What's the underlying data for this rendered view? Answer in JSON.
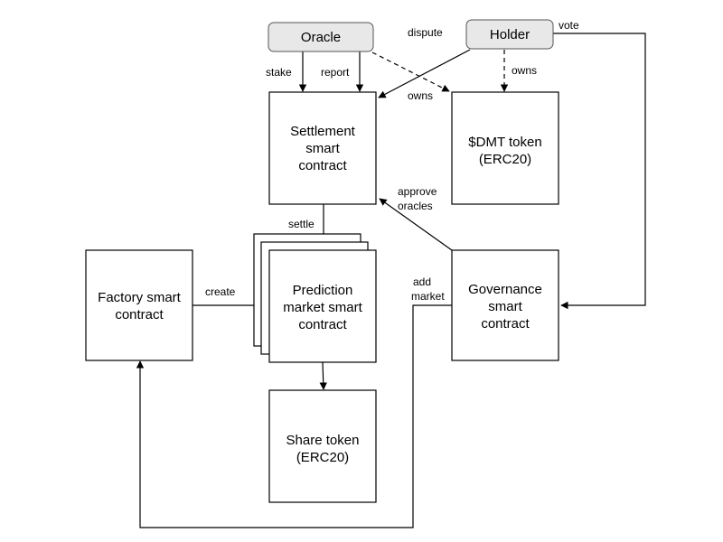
{
  "nodes": {
    "oracle": {
      "lines": [
        "Oracle"
      ]
    },
    "holder": {
      "lines": [
        "Holder"
      ]
    },
    "settlement": {
      "lines": [
        "Settlement",
        "smart",
        "contract"
      ]
    },
    "dmt": {
      "lines": [
        "$DMT token",
        "(ERC20)"
      ]
    },
    "factory": {
      "lines": [
        "Factory smart",
        "contract"
      ]
    },
    "prediction": {
      "lines": [
        "Prediction",
        "market smart",
        "contract"
      ]
    },
    "governance": {
      "lines": [
        "Governance",
        "smart",
        "contract"
      ]
    },
    "share": {
      "lines": [
        "Share token",
        "(ERC20)"
      ]
    }
  },
  "edges": {
    "stake": "stake",
    "report": "report",
    "dispute": "dispute",
    "vote": "vote",
    "owns_holder": "owns",
    "owns_settlement": "owns",
    "approve_oracles": [
      "approve",
      "oracles"
    ],
    "settle": "settle",
    "create": "create",
    "add_market": [
      "add",
      "market"
    ]
  },
  "colors": {
    "pill_fill": "#e8e8e8",
    "pill_stroke": "#555555",
    "line": "#000000"
  }
}
